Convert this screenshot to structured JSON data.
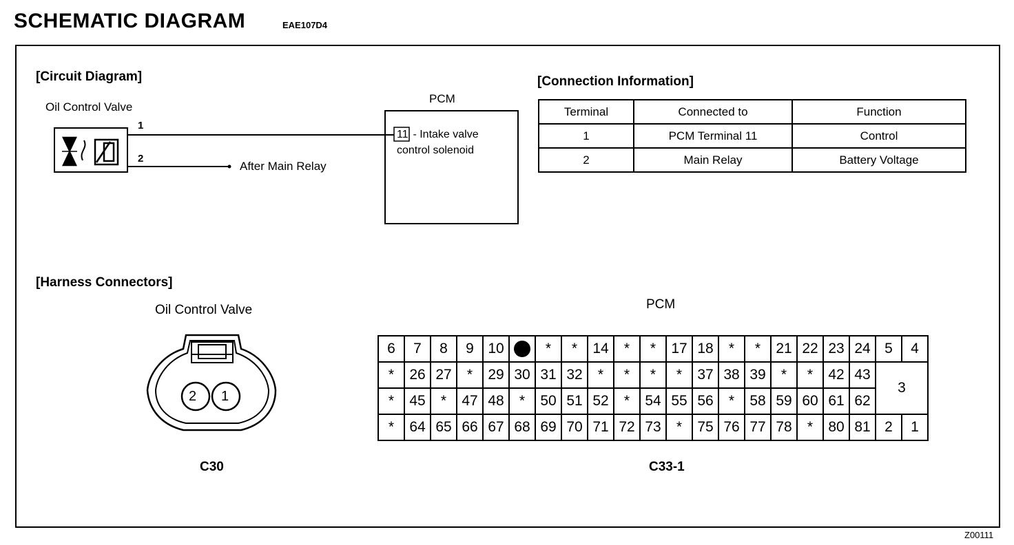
{
  "header": {
    "title": "SCHEMATIC DIAGRAM",
    "code": "EAE107D4"
  },
  "figure_id": "Z00111",
  "circuit": {
    "heading": "[Circuit Diagram]",
    "device_label": "Oil Control Valve",
    "pin1": "1",
    "pin2": "2",
    "relay_label": "After Main Relay",
    "pcm_label": "PCM",
    "pcm_terminal": "11",
    "pcm_desc_line1": " - Intake valve",
    "pcm_desc_line2": "control solenoid"
  },
  "connection_info": {
    "heading": "[Connection Information]",
    "columns": [
      "Terminal",
      "Connected to",
      "Function"
    ],
    "rows": [
      [
        "1",
        "PCM Terminal 11",
        "Control"
      ],
      [
        "2",
        "Main Relay",
        "Battery Voltage"
      ]
    ]
  },
  "harness": {
    "heading": "[Harness Connectors]",
    "c30_title": "Oil Control Valve",
    "c30_pins": [
      "2",
      "1"
    ],
    "c30_id": "C30",
    "pcm_title": "PCM",
    "pcm_id": "C33-1",
    "grid": {
      "row1": [
        "6",
        "7",
        "8",
        "9",
        "10",
        "●",
        "*",
        "*",
        "14",
        "*",
        "*",
        "17",
        "18",
        "*",
        "*",
        "21",
        "22",
        "23",
        "24",
        "5",
        "4"
      ],
      "row2": [
        "*",
        "26",
        "27",
        "*",
        "29",
        "30",
        "31",
        "32",
        "*",
        "*",
        "*",
        "*",
        "37",
        "38",
        "39",
        "*",
        "*",
        "42",
        "43"
      ],
      "row2_big": "3",
      "row3": [
        "*",
        "45",
        "*",
        "47",
        "48",
        "*",
        "50",
        "51",
        "52",
        "*",
        "54",
        "55",
        "56",
        "*",
        "58",
        "59",
        "60",
        "61",
        "62"
      ],
      "row4": [
        "*",
        "64",
        "65",
        "66",
        "67",
        "68",
        "69",
        "70",
        "71",
        "72",
        "73",
        "*",
        "75",
        "76",
        "77",
        "78",
        "*",
        "80",
        "81",
        "2",
        "1"
      ]
    }
  }
}
